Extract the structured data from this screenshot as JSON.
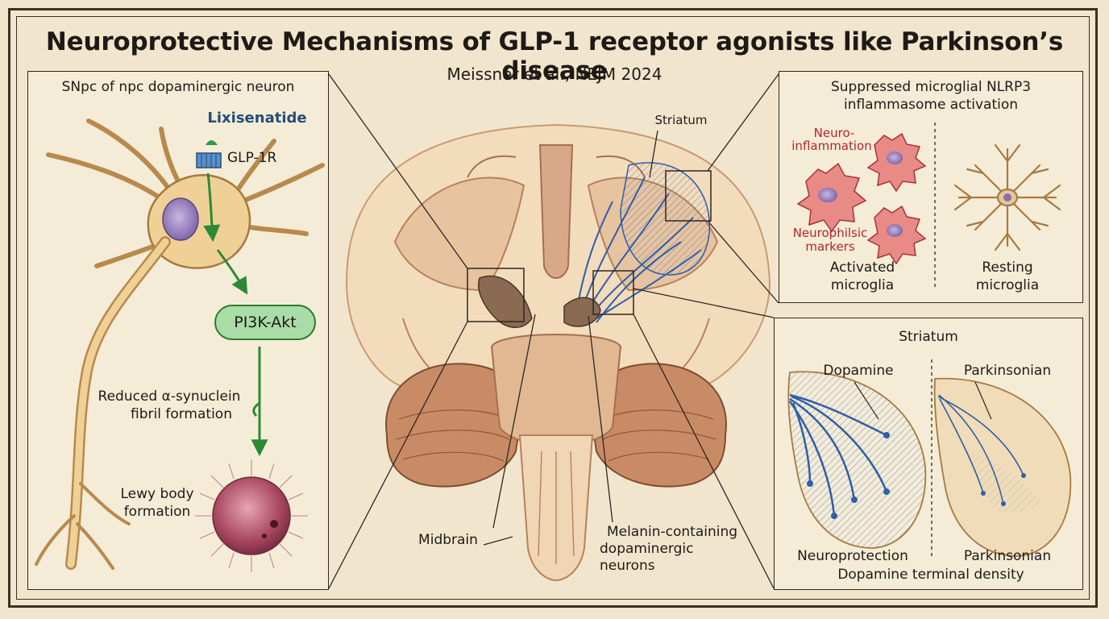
{
  "title": "Neuroprotective Mechanisms of GLP-1 receptor agonists like Parkinson’s disease",
  "subtitle": "Meissner et al., NEJM 2024",
  "left_panel": {
    "heading": "SNpc of npc dopaminergic neuron",
    "drug_label": "Lixisenatide",
    "receptor_label": "GLP-1R",
    "pathway_label": "PI3K-Akt",
    "synuclein_label_line1": "Reduced α-synuclein",
    "synuclein_label_line2": "fibril formation",
    "lewy_label_line1": "Lewy body",
    "lewy_label_line2": "formation"
  },
  "center": {
    "striatum_label": "Striatum",
    "midbrain_label": "Midbrain",
    "melanin_label_line1": "Melanin-containing",
    "melanin_label_line2": "dopaminergic",
    "melanin_label_line3": "neurons"
  },
  "top_right_panel": {
    "heading_line1": "Suppressed microglial NLRP3",
    "heading_line2": "inflammasome activation",
    "neuroinflammation_line1": "Neuro-",
    "neuroinflammation_line2": "inflammation",
    "neurophilsic_line1": "Neurophilsic",
    "neurophilsic_line2": "markers",
    "activated_line1": "Activated",
    "activated_line2": "microglia",
    "resting_line1": "Resting",
    "resting_line2": "microglia"
  },
  "bottom_right_panel": {
    "heading": "Striatum",
    "dopamine_label": "Dopamine",
    "parkinsonian_top_label": "Parkinsonian",
    "neuroprotection_label": "Neuroprotection",
    "parkinsonian_bottom_label": "Parkinsonian",
    "density_label": "Dopamine terminal density"
  },
  "colors": {
    "background": "#f1e6cd",
    "drug_text": "#1f4f7a",
    "arrow_green": "#2c8a35",
    "red_text": "#b3262c",
    "striatum_blue": "#2f5fa8"
  }
}
